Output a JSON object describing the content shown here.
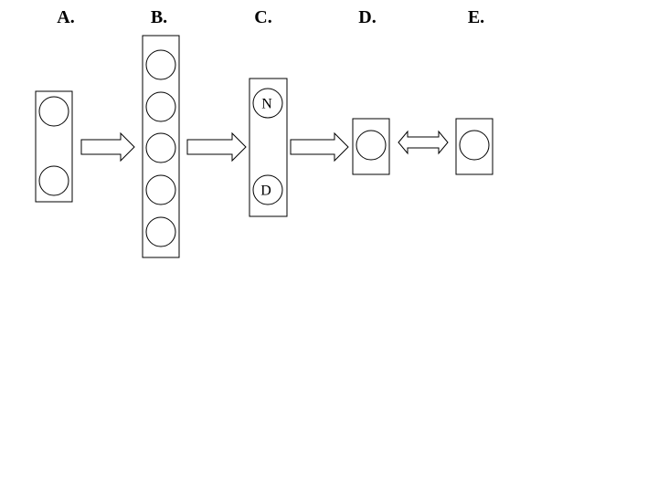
{
  "diagram": {
    "panels": [
      {
        "label": "A.",
        "circles": [
          "",
          ""
        ]
      },
      {
        "label": "B.",
        "circles": [
          "",
          "",
          "",
          "",
          ""
        ]
      },
      {
        "label": "C.",
        "circles": [
          "N",
          "D"
        ]
      },
      {
        "label": "D.",
        "circles": [
          ""
        ]
      },
      {
        "label": "E.",
        "circles": [
          ""
        ]
      }
    ],
    "connections": [
      {
        "from": "A.",
        "to": "B.",
        "direction": "forward"
      },
      {
        "from": "B.",
        "to": "C.",
        "direction": "forward"
      },
      {
        "from": "C.",
        "to": "D.",
        "direction": "forward"
      },
      {
        "from": "D.",
        "to": "E.",
        "direction": "bidirectional"
      }
    ]
  }
}
